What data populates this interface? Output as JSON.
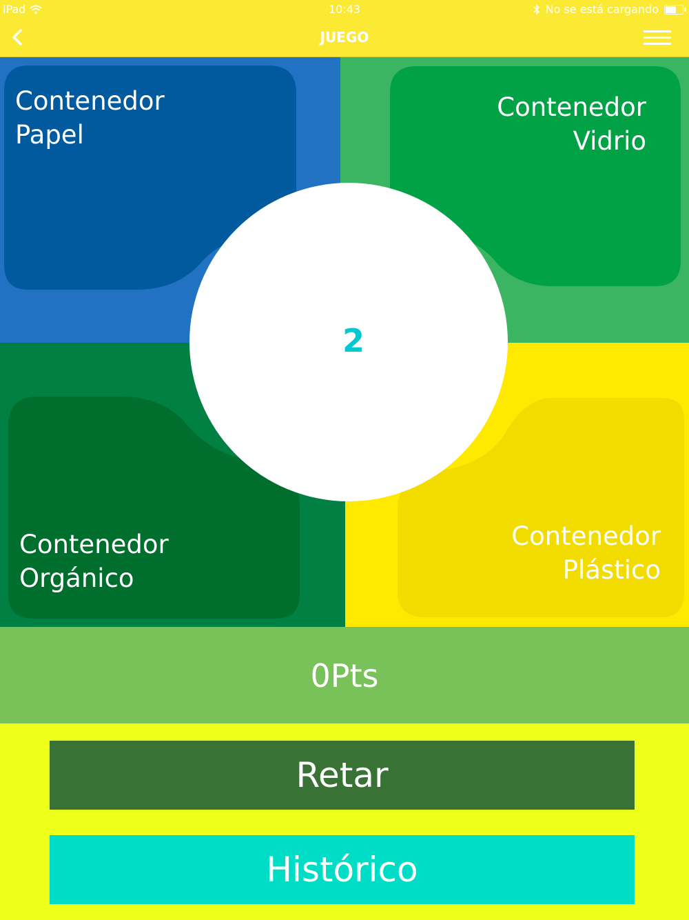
{
  "status_bar": {
    "device": "iPad",
    "time": "10:43",
    "charging_status": "No se está cargando",
    "battery_level": 0.7,
    "icons": [
      "wifi-icon",
      "bluetooth-icon",
      "battery-icon"
    ]
  },
  "nav": {
    "title": "JUEGO",
    "back_icon": "chevron-left-icon",
    "menu_icon": "hamburger-menu-icon"
  },
  "bins": {
    "papel": {
      "line1": "Contenedor",
      "line2": "Papel",
      "color": "#2272C3"
    },
    "vidrio": {
      "line1": "Contenedor",
      "line2": "Vidrio",
      "color": "#3CB562"
    },
    "organico": {
      "line1": "Contenedor",
      "line2": "Orgánico",
      "color": "#008143"
    },
    "plastico": {
      "line1": "Contenedor",
      "line2": "Plástico",
      "color": "#FFE900"
    }
  },
  "game": {
    "countdown": "2",
    "score": "0Pts"
  },
  "actions": {
    "retar": "Retar",
    "historico": "Histórico"
  },
  "colors": {
    "background": "#EEFF1A",
    "header": "#FBE933",
    "score_bar": "#79C259",
    "retar_button": "#387335",
    "historico_button": "#00DDC7",
    "countdown_text": "#00C8D0"
  }
}
